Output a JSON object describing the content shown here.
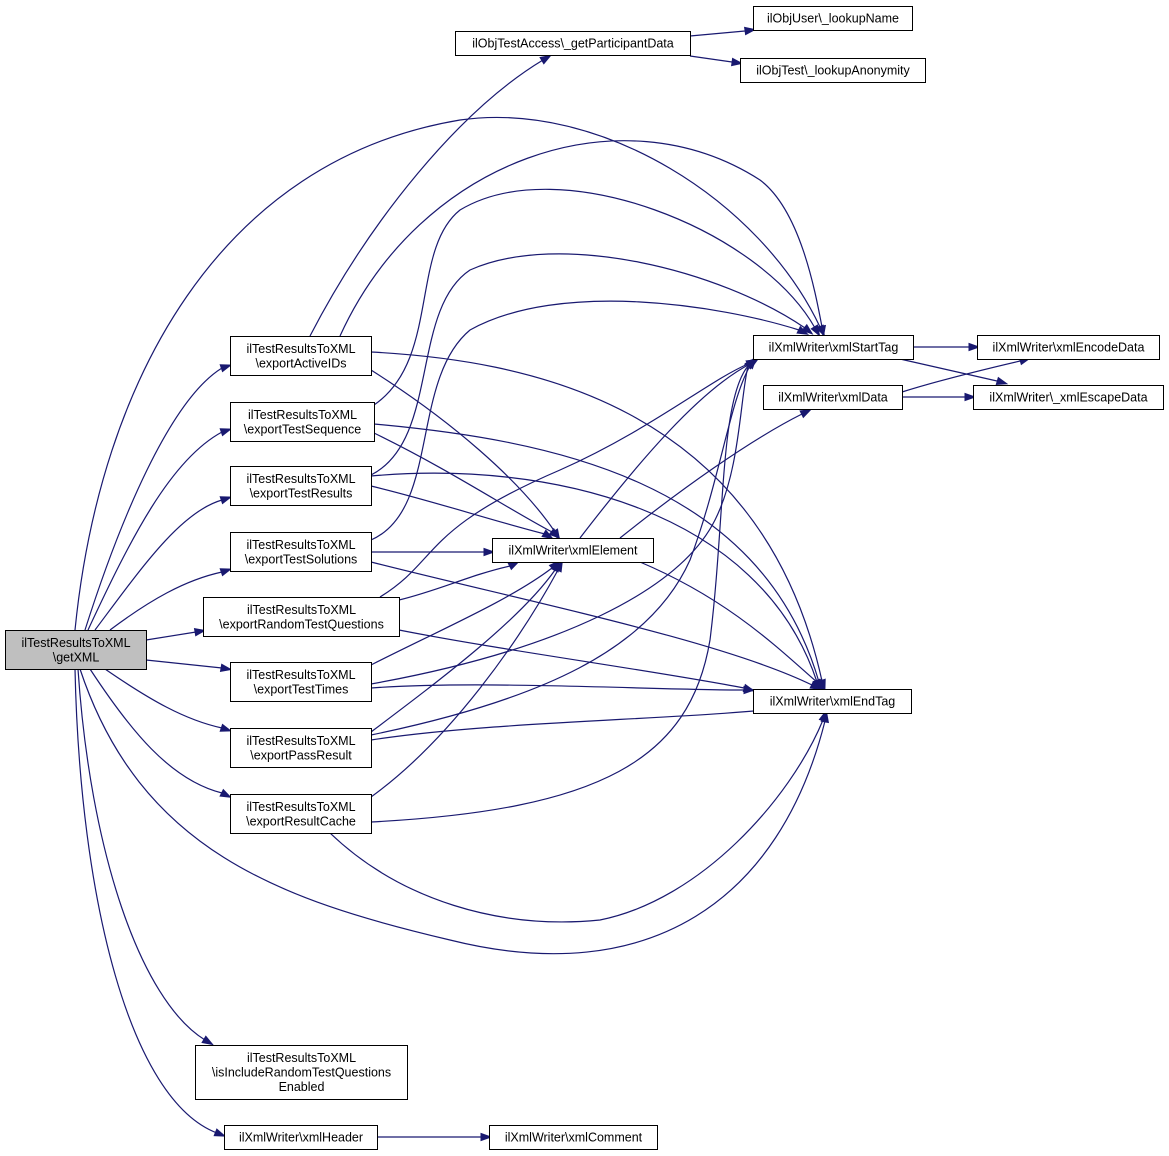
{
  "graph": {
    "colors": {
      "edge": "#191970",
      "root_fill": "#bfbfbf",
      "node_fill": "#ffffff",
      "border": "#000000"
    },
    "nodes": [
      {
        "id": "root",
        "lines": [
          "ilTestResultsToXML",
          "\\getXML"
        ],
        "root": true
      },
      {
        "id": "exportActiveIDs",
        "lines": [
          "ilTestResultsToXML",
          "\\exportActiveIDs"
        ]
      },
      {
        "id": "exportTestSequence",
        "lines": [
          "ilTestResultsToXML",
          "\\exportTestSequence"
        ]
      },
      {
        "id": "exportTestResults",
        "lines": [
          "ilTestResultsToXML",
          "\\exportTestResults"
        ]
      },
      {
        "id": "exportTestSolutions",
        "lines": [
          "ilTestResultsToXML",
          "\\exportTestSolutions"
        ]
      },
      {
        "id": "exportRandomTestQuestions",
        "lines": [
          "ilTestResultsToXML",
          "\\exportRandomTestQuestions"
        ]
      },
      {
        "id": "exportTestTimes",
        "lines": [
          "ilTestResultsToXML",
          "\\exportTestTimes"
        ]
      },
      {
        "id": "exportPassResult",
        "lines": [
          "ilTestResultsToXML",
          "\\exportPassResult"
        ]
      },
      {
        "id": "exportResultCache",
        "lines": [
          "ilTestResultsToXML",
          "\\exportResultCache"
        ]
      },
      {
        "id": "isIncludeRandom",
        "lines": [
          "ilTestResultsToXML",
          "\\isIncludeRandomTestQuestions",
          "Enabled"
        ]
      },
      {
        "id": "xmlHeader",
        "lines": [
          "ilXmlWriter\\xmlHeader"
        ]
      },
      {
        "id": "getParticipantData",
        "lines": [
          "ilObjTestAccess\\_getParticipantData"
        ]
      },
      {
        "id": "lookupName",
        "lines": [
          "ilObjUser\\_lookupName"
        ]
      },
      {
        "id": "lookupAnonymity",
        "lines": [
          "ilObjTest\\_lookupAnonymity"
        ]
      },
      {
        "id": "xmlElement",
        "lines": [
          "ilXmlWriter\\xmlElement"
        ]
      },
      {
        "id": "xmlStartTag",
        "lines": [
          "ilXmlWriter\\xmlStartTag"
        ]
      },
      {
        "id": "xmlData",
        "lines": [
          "ilXmlWriter\\xmlData"
        ]
      },
      {
        "id": "xmlEndTag",
        "lines": [
          "ilXmlWriter\\xmlEndTag"
        ]
      },
      {
        "id": "xmlComment",
        "lines": [
          "ilXmlWriter\\xmlComment"
        ]
      },
      {
        "id": "xmlEncodeData",
        "lines": [
          "ilXmlWriter\\xmlEncodeData"
        ]
      },
      {
        "id": "xmlEscapeData",
        "lines": [
          "ilXmlWriter\\_xmlEscapeData"
        ]
      }
    ],
    "edges": [
      [
        "root",
        "exportActiveIDs"
      ],
      [
        "root",
        "exportTestSequence"
      ],
      [
        "root",
        "exportTestResults"
      ],
      [
        "root",
        "exportTestSolutions"
      ],
      [
        "root",
        "exportRandomTestQuestions"
      ],
      [
        "root",
        "exportTestTimes"
      ],
      [
        "root",
        "exportPassResult"
      ],
      [
        "root",
        "exportResultCache"
      ],
      [
        "root",
        "isIncludeRandom"
      ],
      [
        "root",
        "xmlHeader"
      ],
      [
        "root",
        "xmlStartTag"
      ],
      [
        "root",
        "xmlEndTag"
      ],
      [
        "exportActiveIDs",
        "getParticipantData"
      ],
      [
        "exportActiveIDs",
        "xmlStartTag"
      ],
      [
        "exportActiveIDs",
        "xmlElement"
      ],
      [
        "exportActiveIDs",
        "xmlEndTag"
      ],
      [
        "exportTestSequence",
        "xmlStartTag"
      ],
      [
        "exportTestSequence",
        "xmlElement"
      ],
      [
        "exportTestSequence",
        "xmlEndTag"
      ],
      [
        "exportTestResults",
        "xmlStartTag"
      ],
      [
        "exportTestResults",
        "xmlElement"
      ],
      [
        "exportTestResults",
        "xmlEndTag"
      ],
      [
        "exportTestSolutions",
        "xmlStartTag"
      ],
      [
        "exportTestSolutions",
        "xmlElement"
      ],
      [
        "exportTestSolutions",
        "xmlEndTag"
      ],
      [
        "exportRandomTestQuestions",
        "xmlStartTag"
      ],
      [
        "exportRandomTestQuestions",
        "xmlElement"
      ],
      [
        "exportRandomTestQuestions",
        "xmlEndTag"
      ],
      [
        "exportTestTimes",
        "xmlStartTag"
      ],
      [
        "exportTestTimes",
        "xmlElement"
      ],
      [
        "exportTestTimes",
        "xmlEndTag"
      ],
      [
        "exportPassResult",
        "xmlStartTag"
      ],
      [
        "exportPassResult",
        "xmlElement"
      ],
      [
        "exportPassResult",
        "xmlEndTag"
      ],
      [
        "exportResultCache",
        "xmlStartTag"
      ],
      [
        "exportResultCache",
        "xmlElement"
      ],
      [
        "exportResultCache",
        "xmlEndTag"
      ],
      [
        "getParticipantData",
        "lookupName"
      ],
      [
        "getParticipantData",
        "lookupAnonymity"
      ],
      [
        "xmlElement",
        "xmlStartTag"
      ],
      [
        "xmlElement",
        "xmlData"
      ],
      [
        "xmlElement",
        "xmlEndTag"
      ],
      [
        "xmlStartTag",
        "xmlEncodeData"
      ],
      [
        "xmlStartTag",
        "xmlEscapeData"
      ],
      [
        "xmlData",
        "xmlEncodeData"
      ],
      [
        "xmlData",
        "xmlEscapeData"
      ],
      [
        "xmlHeader",
        "xmlComment"
      ]
    ]
  }
}
